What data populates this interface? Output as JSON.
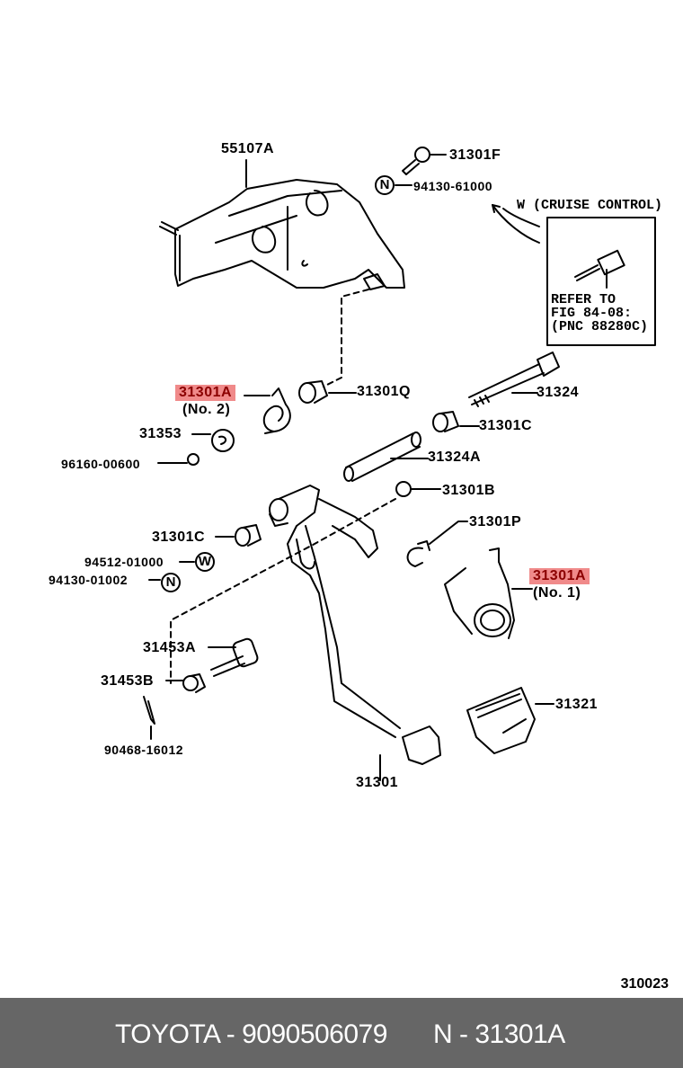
{
  "diagram": {
    "figure_number": "310023",
    "highlight_color": "#f08a8a",
    "labels": [
      {
        "id": "55107A",
        "text": "55107A",
        "highlighted": false
      },
      {
        "id": "31301F",
        "text": "31301F",
        "highlighted": false
      },
      {
        "id": "94130-61000",
        "text": "94130-61000",
        "highlighted": false,
        "symbol": "N"
      },
      {
        "id": "31301A-no2",
        "text": "31301A",
        "sub": "(No. 2)",
        "highlighted": true
      },
      {
        "id": "31301Q",
        "text": "31301Q",
        "highlighted": false
      },
      {
        "id": "31324",
        "text": "31324",
        "highlighted": false
      },
      {
        "id": "31353",
        "text": "31353",
        "highlighted": false
      },
      {
        "id": "31301C-right",
        "text": "31301C",
        "highlighted": false
      },
      {
        "id": "96160-00600",
        "text": "96160-00600",
        "highlighted": false
      },
      {
        "id": "31324A",
        "text": "31324A",
        "highlighted": false
      },
      {
        "id": "31301B",
        "text": "31301B",
        "highlighted": false
      },
      {
        "id": "31301C-left",
        "text": "31301C",
        "highlighted": false
      },
      {
        "id": "31301P",
        "text": "31301P",
        "highlighted": false
      },
      {
        "id": "94512-01000",
        "text": "94512-01000",
        "highlighted": false,
        "symbol": "W"
      },
      {
        "id": "94130-01002",
        "text": "94130-01002",
        "highlighted": false,
        "symbol": "N"
      },
      {
        "id": "31301A-no1",
        "text": "31301A",
        "sub": "(No. 1)",
        "highlighted": true
      },
      {
        "id": "31453A",
        "text": "31453A",
        "highlighted": false
      },
      {
        "id": "31453B",
        "text": "31453B",
        "highlighted": false
      },
      {
        "id": "31321",
        "text": "31321",
        "highlighted": false
      },
      {
        "id": "90468-16012",
        "text": "90468-16012",
        "highlighted": false
      },
      {
        "id": "31301",
        "text": "31301",
        "highlighted": false
      }
    ],
    "cruise_control": {
      "title": "W (CRUISE CONTROL)",
      "note_line1": "REFER TO",
      "note_line2": "FIG 84-08:",
      "note_line3": "(PNC 88280C)"
    }
  },
  "footer": {
    "brand": "TOYOTA - 9090506079",
    "part": "N - 31301A"
  }
}
